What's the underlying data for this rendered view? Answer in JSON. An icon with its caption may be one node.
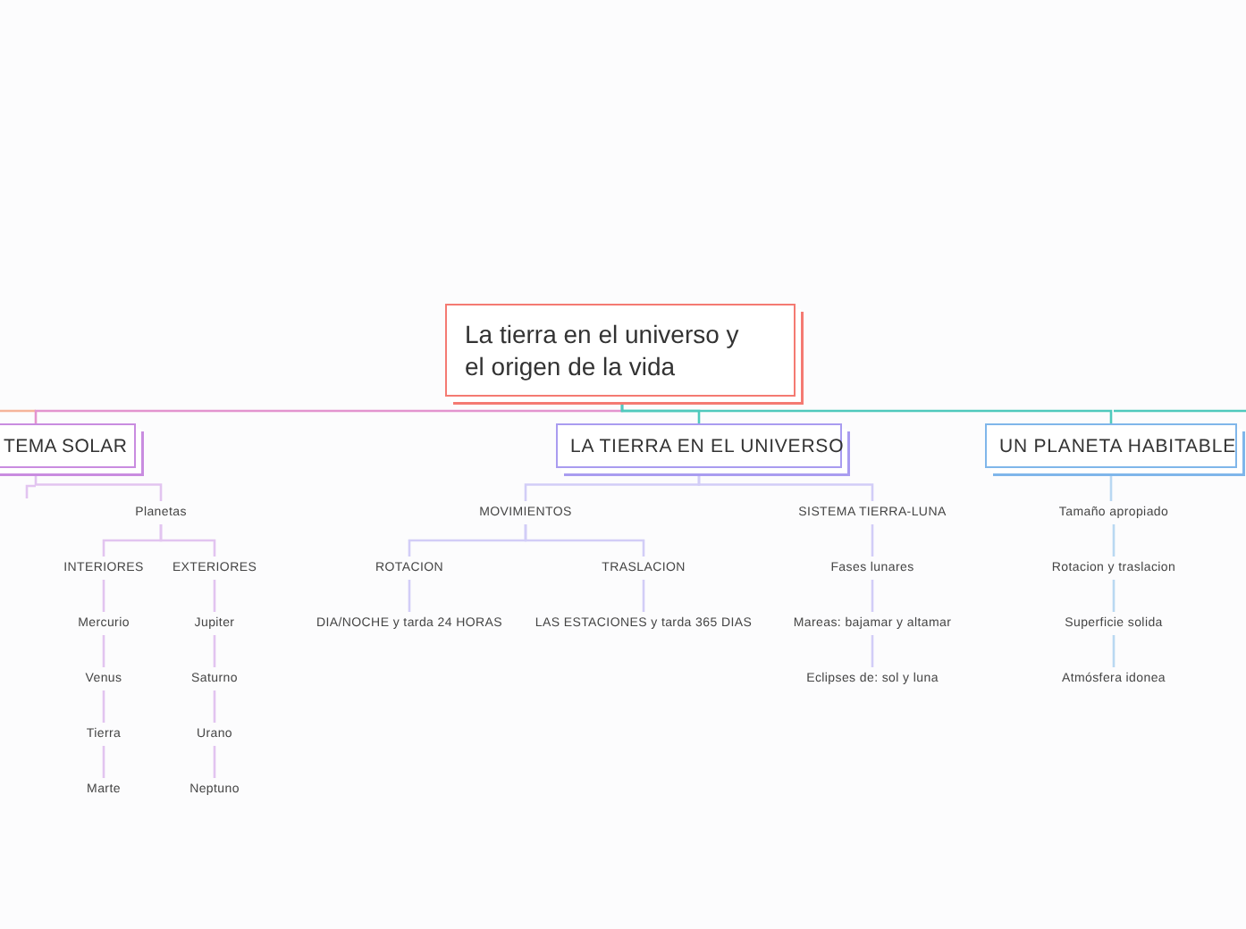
{
  "diagram": {
    "nodes": [
      {
        "text": [
          "La tierra en el universo y el origen de la vida"
        ]
      },
      {
        "text": [
          "TEMA SOLAR"
        ]
      },
      {
        "text": [
          "LA TIERRA EN EL UNIVERSO"
        ]
      },
      {
        "text": [
          "UN PLANETA HABITABLE"
        ]
      },
      {
        "text": [
          "Planetas"
        ]
      },
      {
        "text": [
          "INTERIORES"
        ]
      },
      {
        "text": [
          "EXTERIORES"
        ]
      },
      {
        "text": [
          "Mercurio"
        ]
      },
      {
        "text": [
          "Venus"
        ]
      },
      {
        "text": [
          "Tierra"
        ]
      },
      {
        "text": [
          "Marte"
        ]
      },
      {
        "text": [
          "Jupiter"
        ]
      },
      {
        "text": [
          "Saturno"
        ]
      },
      {
        "text": [
          "Urano"
        ]
      },
      {
        "text": [
          "Neptuno"
        ]
      },
      {
        "text": [
          "MOVIMIENTOS"
        ]
      },
      {
        "text": [
          "SISTEMA TIERRA-LUNA"
        ]
      },
      {
        "text": [
          "ROTACION"
        ]
      },
      {
        "text": [
          "TRASLACION"
        ]
      },
      {
        "text": [
          "DIA/NOCHE y tarda 24 HORAS"
        ]
      },
      {
        "text": [
          "LAS ESTACIONES y tarda 365 DIAS"
        ]
      },
      {
        "text": [
          "Fases lunares"
        ]
      },
      {
        "text": [
          "Mareas: bajamar y altamar"
        ]
      },
      {
        "text": [
          "Eclipses de: sol y luna"
        ]
      },
      {
        "text": [
          "Tamaño apropiado"
        ]
      },
      {
        "text": [
          "Rotacion y traslacion"
        ]
      },
      {
        "text": [
          "Superficie solida"
        ]
      },
      {
        "text": [
          "Atmósfera idonea"
        ]
      }
    ],
    "edges": [
      {
        "from": 0,
        "to": 1,
        "arrow": "none",
        "color": "#e394cf"
      },
      {
        "from": 0,
        "to": 2,
        "arrow": "none",
        "color": "#4fc9bd"
      },
      {
        "from": 0,
        "to": 3,
        "arrow": "none",
        "color": "#4fc9bd"
      },
      {
        "from": 1,
        "to": 4,
        "arrow": "none",
        "color": "#e2c4f0"
      },
      {
        "from": 4,
        "to": 5,
        "arrow": "none",
        "color": "#e2c4f0"
      },
      {
        "from": 4,
        "to": 6,
        "arrow": "none",
        "color": "#e2c4f0"
      },
      {
        "from": 5,
        "to": 7,
        "arrow": "none",
        "color": "#e2c4f0"
      },
      {
        "from": 7,
        "to": 8,
        "arrow": "none",
        "color": "#e2c4f0"
      },
      {
        "from": 8,
        "to": 9,
        "arrow": "none",
        "color": "#e2c4f0"
      },
      {
        "from": 9,
        "to": 10,
        "arrow": "none",
        "color": "#e2c4f0"
      },
      {
        "from": 6,
        "to": 11,
        "arrow": "none",
        "color": "#e2c4f0"
      },
      {
        "from": 11,
        "to": 12,
        "arrow": "none",
        "color": "#e2c4f0"
      },
      {
        "from": 12,
        "to": 13,
        "arrow": "none",
        "color": "#e2c4f0"
      },
      {
        "from": 13,
        "to": 14,
        "arrow": "none",
        "color": "#e2c4f0"
      },
      {
        "from": 2,
        "to": 15,
        "arrow": "none",
        "color": "#d2cdf7"
      },
      {
        "from": 2,
        "to": 16,
        "arrow": "none",
        "color": "#d2cdf7"
      },
      {
        "from": 15,
        "to": 17,
        "arrow": "none",
        "color": "#d2cdf7"
      },
      {
        "from": 15,
        "to": 18,
        "arrow": "none",
        "color": "#d2cdf7"
      },
      {
        "from": 17,
        "to": 19,
        "arrow": "none",
        "color": "#d2cdf7"
      },
      {
        "from": 18,
        "to": 20,
        "arrow": "none",
        "color": "#d2cdf7"
      },
      {
        "from": 16,
        "to": 21,
        "arrow": "none",
        "color": "#d2cdf7"
      },
      {
        "from": 21,
        "to": 22,
        "arrow": "none",
        "color": "#d2cdf7"
      },
      {
        "from": 22,
        "to": 23,
        "arrow": "none",
        "color": "#d2cdf7"
      },
      {
        "from": 3,
        "to": 24,
        "arrow": "none",
        "color": "#b9d8f2"
      },
      {
        "from": 24,
        "to": 25,
        "arrow": "none",
        "color": "#b9d8f2"
      },
      {
        "from": 25,
        "to": 26,
        "arrow": "none",
        "color": "#b9d8f2"
      },
      {
        "from": 26,
        "to": 27,
        "arrow": "none",
        "color": "#b9d8f2"
      }
    ]
  }
}
